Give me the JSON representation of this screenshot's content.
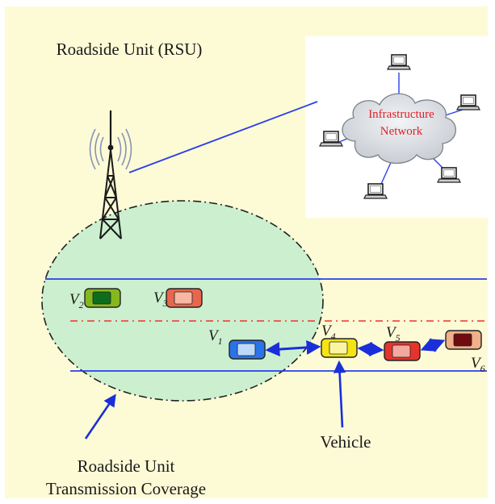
{
  "title": "Roadside Unit (RSU)",
  "network": {
    "label_line1": "Infrastructure",
    "label_line2": "Network",
    "cloud_fill": "#e3e6ea",
    "label_color": "#e0202a"
  },
  "coverage": {
    "label_line1": "Roadside Unit",
    "label_line2": "Transmission Coverage",
    "fill": "#ccf0cf"
  },
  "vehicle_label": "Vehicle",
  "vehicles": [
    {
      "id": "V1",
      "main": "V",
      "sub": "1"
    },
    {
      "id": "V2",
      "main": "V",
      "sub": "2"
    },
    {
      "id": "V3",
      "main": "V",
      "sub": "3"
    },
    {
      "id": "V4",
      "main": "V",
      "sub": "4"
    },
    {
      "id": "V5",
      "main": "V",
      "sub": "5"
    },
    {
      "id": "V6",
      "main": "V",
      "sub": "6"
    }
  ],
  "colors": {
    "background": "#fdfbd6",
    "road_line": "#2a3ee8",
    "center_line": "#f03030",
    "link": "#1a2fd9"
  }
}
